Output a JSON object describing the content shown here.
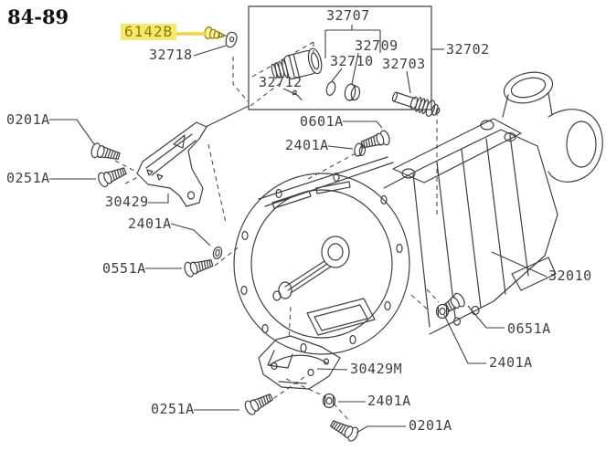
{
  "title": "84-89",
  "highlight": {
    "label": "6142B",
    "bg_color": "#f5e96d",
    "text_color": "#8f7c00",
    "line_color": "#e9d83a"
  },
  "colors": {
    "ink": "#3e3e44",
    "background": "#ffffff"
  },
  "parts": [
    {
      "text": "32718"
    },
    {
      "text": "32707"
    },
    {
      "text": "32709"
    },
    {
      "text": "32710"
    },
    {
      "text": "32703"
    },
    {
      "text": "32712"
    },
    {
      "text": "32702"
    },
    {
      "text": "0601A"
    },
    {
      "text": "2401A"
    },
    {
      "text": "0201A"
    },
    {
      "text": "0251A"
    },
    {
      "text": "30429"
    },
    {
      "text": "2401A"
    },
    {
      "text": "0551A"
    },
    {
      "text": "32010"
    },
    {
      "text": "0651A"
    },
    {
      "text": "2401A"
    },
    {
      "text": "30429M"
    },
    {
      "text": "0251A"
    },
    {
      "text": "2401A"
    },
    {
      "text": "0201A"
    }
  ]
}
